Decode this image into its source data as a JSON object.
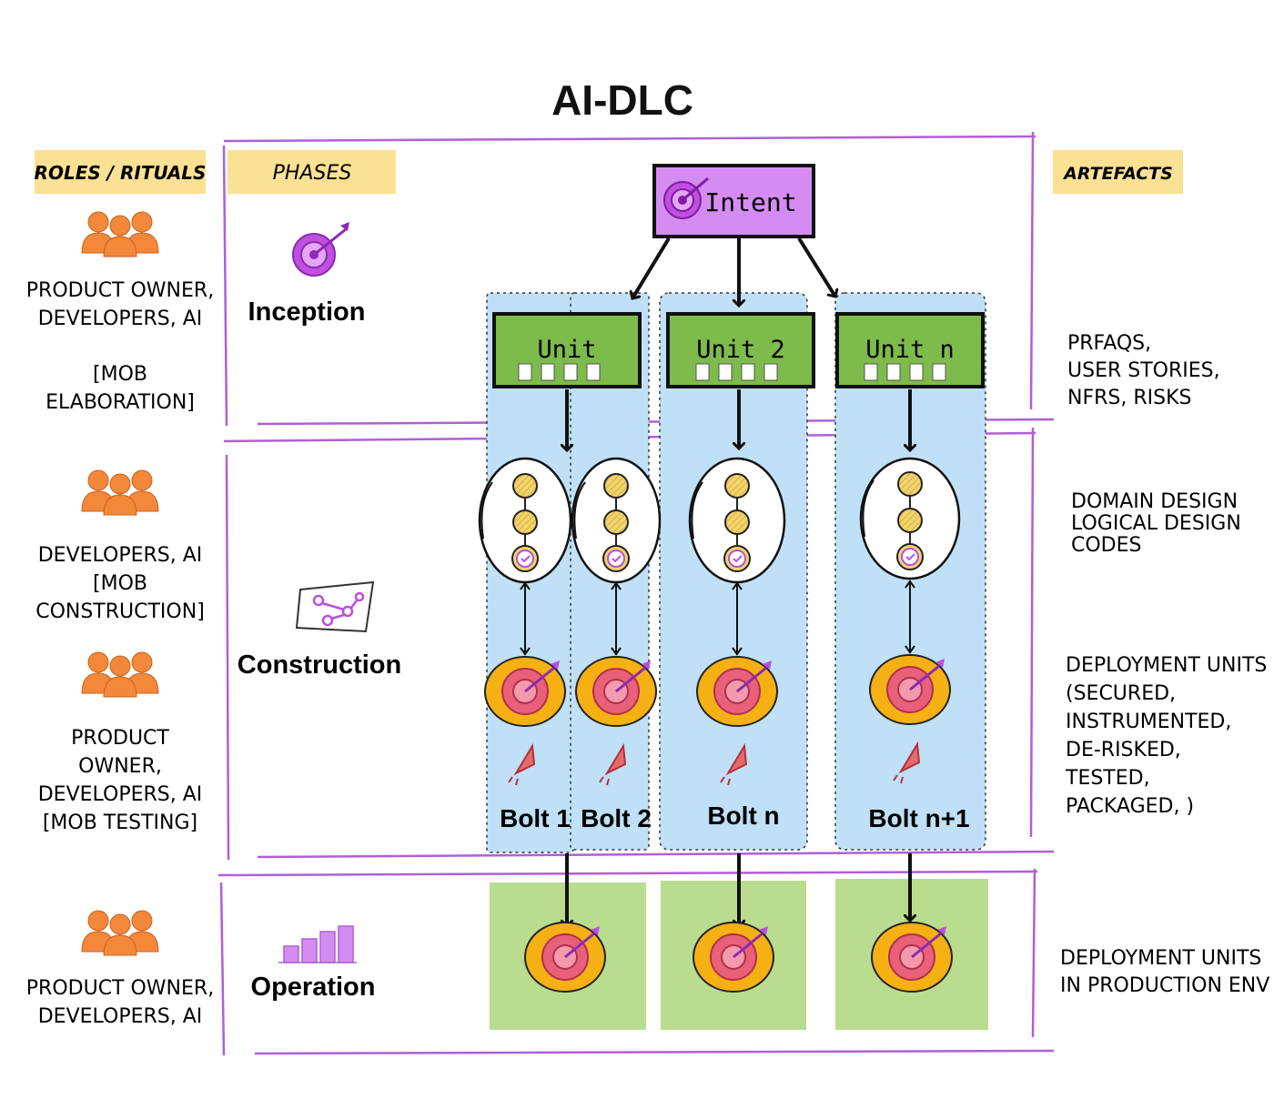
{
  "title": "AI-DLC",
  "headers": {
    "roles": "ROLES / RITUALS",
    "phases": "PHASES",
    "artefacts": "ARTEFACTS"
  },
  "intent": "Intent",
  "units": [
    "Unit",
    "Unit 2",
    "Unit n"
  ],
  "bolts": [
    "Bolt 1",
    "Bolt 2",
    "Bolt n",
    "Bolt n+1"
  ],
  "phases": [
    {
      "name": "Inception",
      "icon": "target-icon",
      "roles": [
        {
          "lines": [
            "PRODUCT OWNER,",
            "DEVELOPERS, AI"
          ]
        },
        {
          "lines": [
            "[MOB",
            "ELABORATION]"
          ]
        }
      ],
      "artefacts": [
        "PRFAQS,",
        "USER STORIES,",
        "NFRS, RISKS"
      ]
    },
    {
      "name": "Construction",
      "icon": "sketch-icon",
      "roles": [
        {
          "lines": [
            "DEVELOPERS, AI",
            "[MOB",
            "CONSTRUCTION]"
          ]
        },
        {
          "lines": [
            "PRODUCT",
            "OWNER,",
            "DEVELOPERS, AI",
            "[MOB TESTING]"
          ]
        }
      ],
      "artefacts": [
        "DOMAIN DESIGN",
        "LOGICAL DESIGN",
        "CODES"
      ],
      "artefacts2": [
        "DEPLOYMENT UNITS",
        "(SECURED,",
        "INSTRUMENTED,",
        "DE-RISKED,",
        "TESTED,",
        "PACKAGED, )"
      ]
    },
    {
      "name": "Operation",
      "icon": "bar-chart-icon",
      "roles": [
        {
          "lines": [
            "PRODUCT OWNER,",
            "DEVELOPERS, AI"
          ]
        }
      ],
      "artefacts": [
        "DEPLOYMENT UNITS",
        "IN PRODUCTION ENV"
      ]
    }
  ],
  "colors": {
    "purple_line": "#b05fd6",
    "intent_fill": "#d58cf2",
    "unit_fill": "#7dbb4b",
    "column_fill": "#bfe0f6",
    "header_fill": "#fbe193",
    "people_fill": "#f3883b",
    "target_outer": "#f5b014",
    "target_inner": "#e8607a",
    "operation_fill": "#b9dc8f"
  }
}
